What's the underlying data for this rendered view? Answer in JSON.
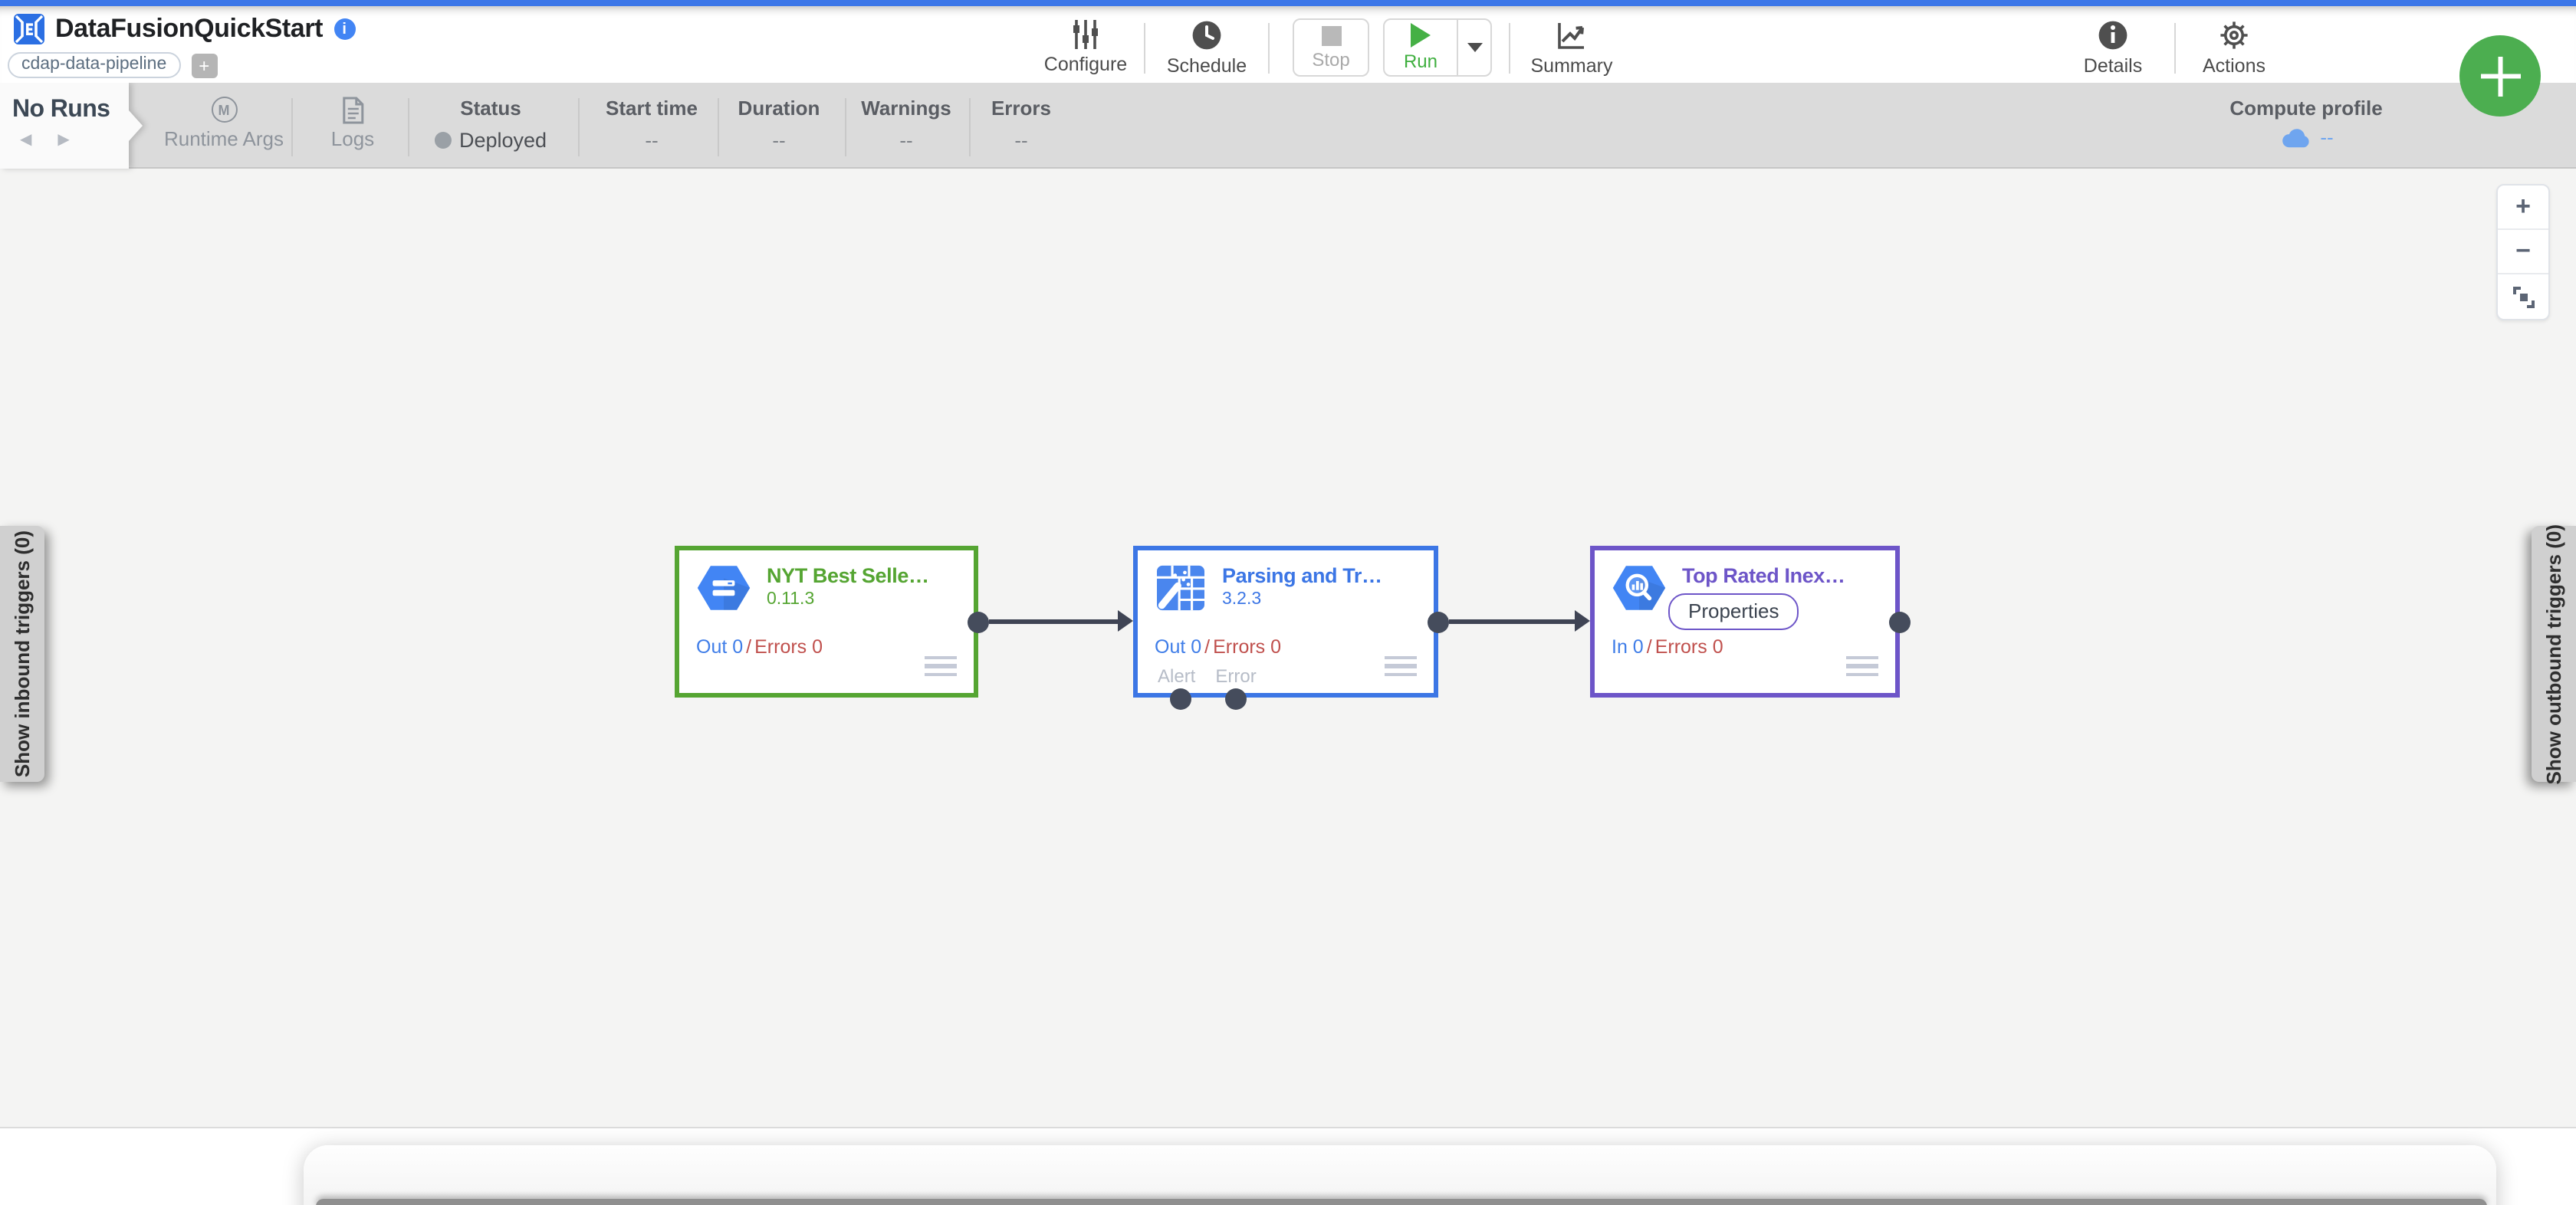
{
  "header": {
    "title": "DataFusionQuickStart",
    "pipeline_type_badge": "cdap-data-pipeline",
    "add_badge": "+"
  },
  "toolbar": {
    "configure": "Configure",
    "schedule": "Schedule",
    "stop": "Stop",
    "run": "Run",
    "summary": "Summary",
    "details": "Details",
    "actions": "Actions"
  },
  "runbar": {
    "no_runs": "No Runs",
    "pager_prev": "◀",
    "pager_next": "▶",
    "runtime_args": "Runtime Args",
    "runtime_args_icon": "M",
    "logs": "Logs",
    "stats": [
      {
        "label": "Status",
        "value": "Deployed"
      },
      {
        "label": "Start time",
        "value": "--"
      },
      {
        "label": "Duration",
        "value": "--"
      },
      {
        "label": "Warnings",
        "value": "--"
      },
      {
        "label": "Errors",
        "value": "--"
      }
    ],
    "compute_profile": {
      "label": "Compute profile",
      "value": "--"
    }
  },
  "canvas": {
    "nodes": [
      {
        "title": "NYT Best Selle…",
        "version": "0.11.3",
        "metric_left": "Out 0",
        "metric_right": "Errors 0",
        "accent": "#55a532",
        "icon": "gcs-hexagon-icon"
      },
      {
        "title": "Parsing and Tr…",
        "version": "3.2.3",
        "metric_left": "Out 0",
        "metric_right": "Errors 0",
        "accent": "#3c76e5",
        "icon": "wrangler-icon",
        "alert_label": "Alert",
        "error_label": "Error"
      },
      {
        "title": "Top Rated Inex…",
        "properties_label": "Properties",
        "metric_left": "In 0",
        "metric_right": "Errors 0",
        "accent": "#6d55c8",
        "icon": "bigquery-hexagon-icon"
      }
    ],
    "metric_separator": "/",
    "inbound_trigger_label": "Show inbound triggers (0)",
    "outbound_trigger_label": "Show outbound triggers (0)",
    "zoom_in": "+",
    "zoom_out": "−"
  },
  "colors": {
    "app_bar_blue": "#3b76e8",
    "run_green": "#3faf3f",
    "fab_green": "#4cae50",
    "node_source_green": "#55a532",
    "node_transform_blue": "#3c76e5",
    "node_sink_purple": "#6d55c8",
    "metric_blue": "#3f7de8",
    "metric_red": "#c0504d",
    "compute_profile_blue": "#6fa5ef",
    "connection_dark": "#3f4454"
  }
}
